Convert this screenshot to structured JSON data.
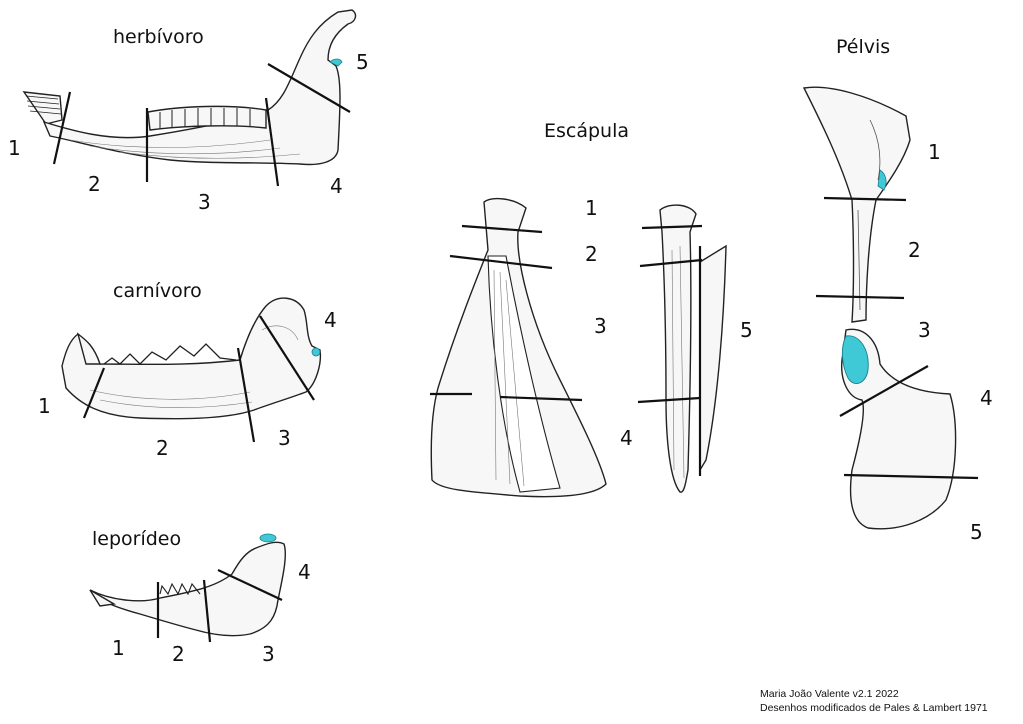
{
  "colors": {
    "accent_cyan": "#3fc9d6",
    "line": "#111111",
    "bone_fill": "#f7f7f7"
  },
  "mandibles": {
    "herbivore": {
      "title": "herbívoro",
      "zones": [
        "1",
        "2",
        "3",
        "4",
        "5"
      ]
    },
    "carnivore": {
      "title": "carnívoro",
      "zones": [
        "1",
        "2",
        "3",
        "4"
      ]
    },
    "leporid": {
      "title": "leporídeo",
      "zones": [
        "1",
        "2",
        "3",
        "4"
      ]
    }
  },
  "scapula": {
    "title": "Escápula",
    "zones": [
      "1",
      "2",
      "3",
      "4",
      "5"
    ]
  },
  "pelvis": {
    "title": "Pélvis",
    "zones": [
      "1",
      "2",
      "3",
      "4",
      "5"
    ]
  },
  "credits": {
    "line1": "Maria João Valente v2.1 2022",
    "line2": "Desenhos modificados de Pales & Lambert 1971"
  }
}
